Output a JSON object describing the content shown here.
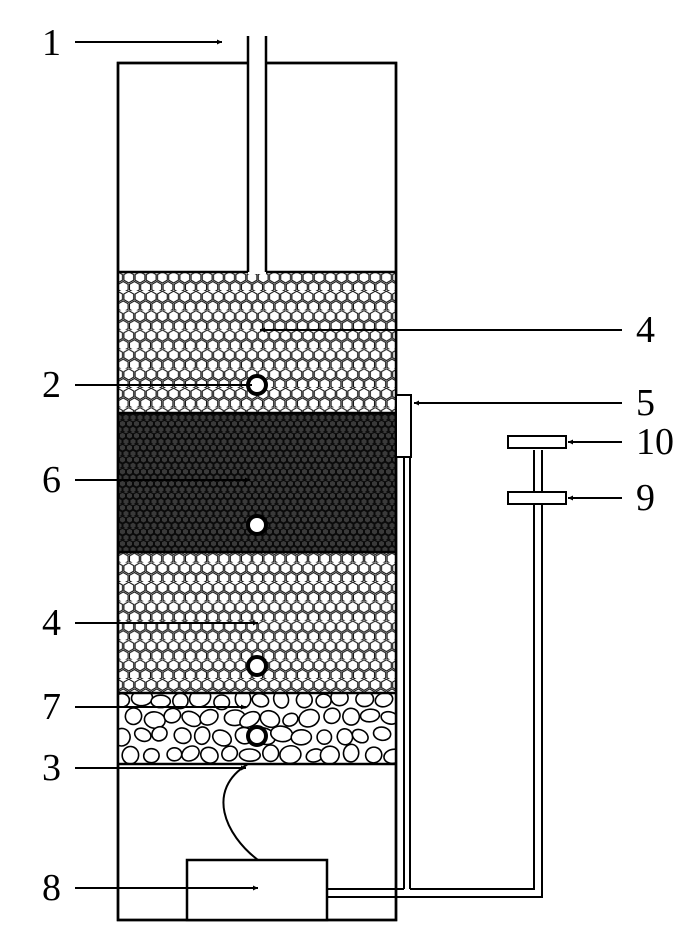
{
  "labels": {
    "inlet_pipe": "1",
    "sampling_port_upper": "2",
    "bottom_port": "3",
    "packing_top": "4",
    "side_outlet": "5",
    "middle_layer": "6",
    "packing_bottom": "4",
    "gravel_layer": "7",
    "pump_box": "8",
    "valve_lower": "9",
    "valve_upper": "10"
  }
}
